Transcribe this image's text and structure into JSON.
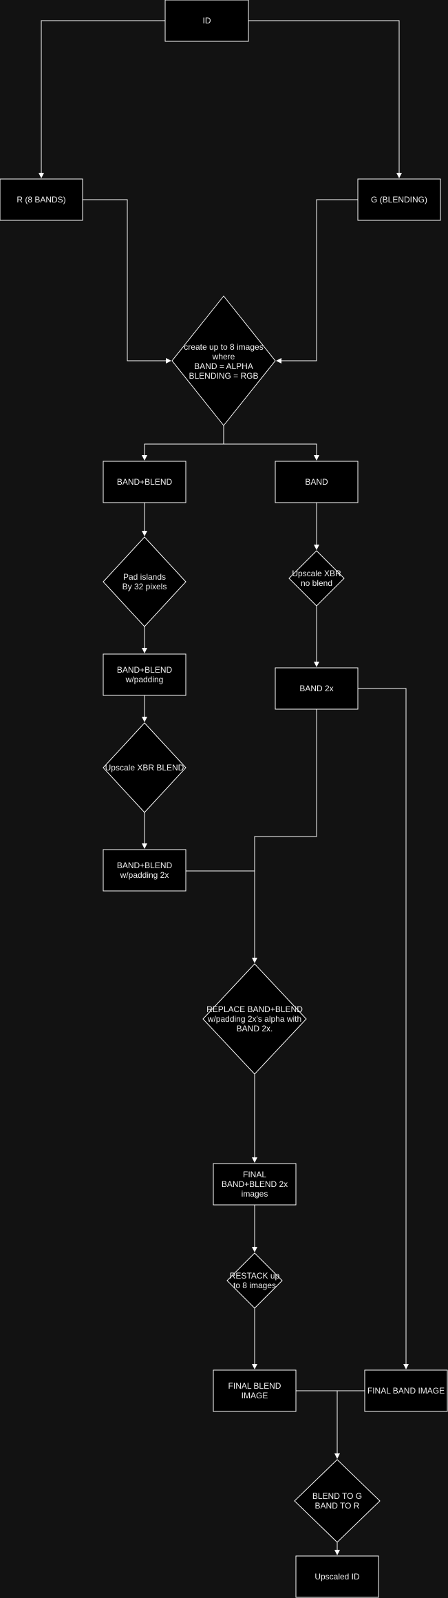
{
  "diagram": {
    "colors": {
      "background": "#121212",
      "stroke": "#ffffff",
      "text": "#f0f0f0",
      "node_fill": "#000000"
    },
    "nodes": {
      "id": "ID",
      "r_bands": "R (8 BANDS)",
      "g_blending": "G (BLENDING)",
      "create_images": "create up to 8 images\nwhere\nBAND = ALPHA\nBLENDING = RGB",
      "band_blend": "BAND+BLEND",
      "band": "BAND",
      "pad_islands": "Pad islands\nBy 32 pixels",
      "upscale_xbr_no_blend": "Upscale XBR\nno blend",
      "band_blend_padding": "BAND+BLEND\nw/padding",
      "band_2x": "BAND 2x",
      "upscale_xbr_blend": "Upscale XBR BLEND",
      "band_blend_padding_2x": "BAND+BLEND\nw/padding 2x",
      "replace_alpha": "REPLACE BAND+BLEND\nw/padding 2x's alpha with\nBAND 2x.",
      "final_band_blend_2x": "FINAL\nBAND+BLEND 2x\nimages",
      "restack": "RESTACK up\nto 8 images",
      "final_blend_image": "FINAL BLEND\nIMAGE",
      "final_band_image": "FINAL BAND IMAGE",
      "blend_to_g": "BLEND TO G\nBAND TO R",
      "upscaled_id": "Upscaled ID"
    }
  }
}
